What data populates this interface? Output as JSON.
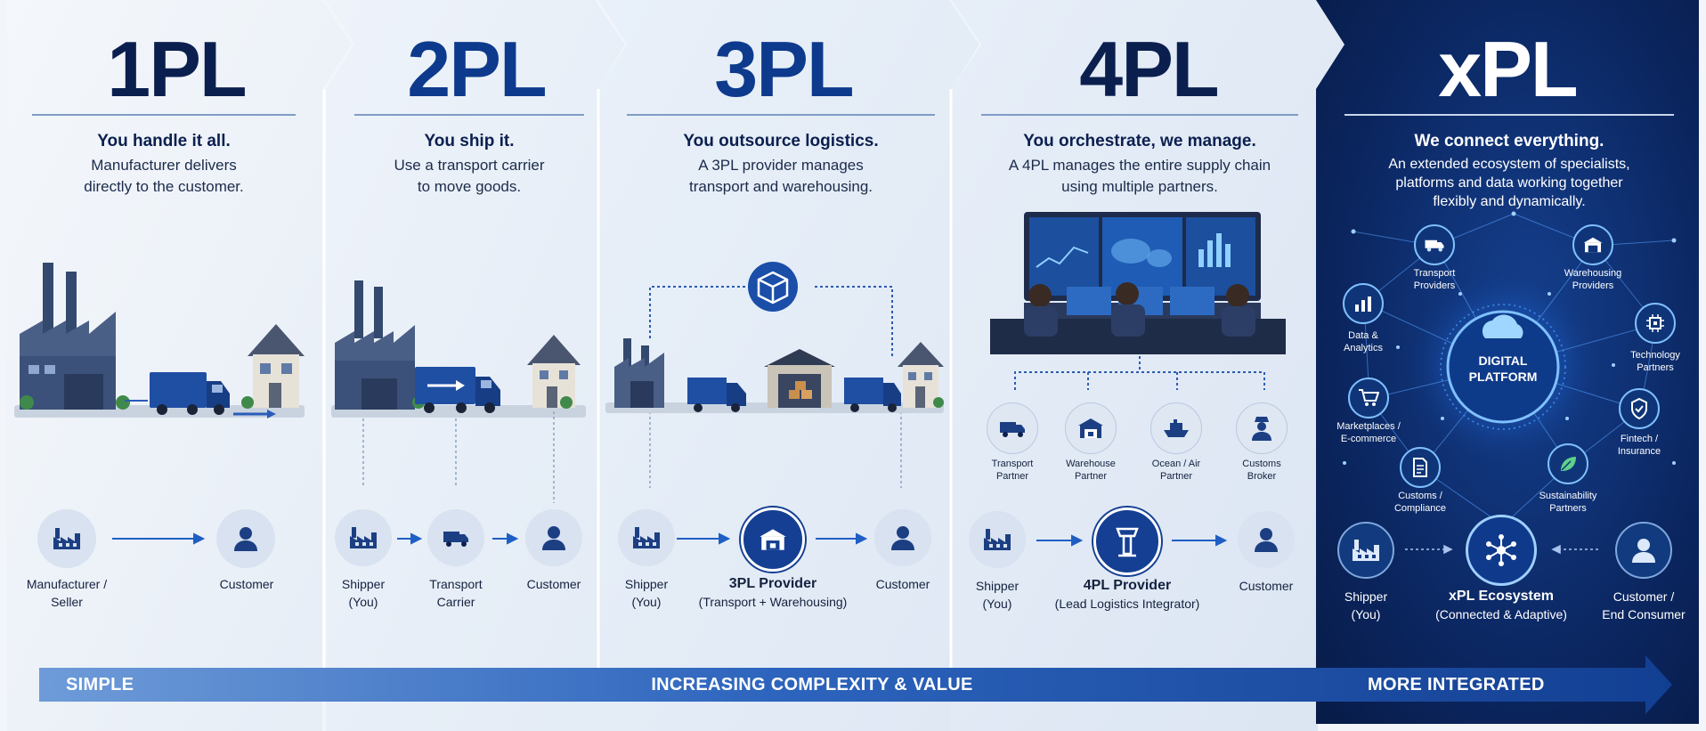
{
  "panels": [
    {
      "title": "1PL",
      "headline": "You handle it all.",
      "desc": [
        "Manufacturer delivers",
        "directly to the customer."
      ],
      "nodes": [
        {
          "label": [
            "Manufacturer /",
            "Seller"
          ],
          "icon": "factory-icon"
        },
        {
          "label": [
            "Customer"
          ],
          "icon": "person-icon"
        }
      ]
    },
    {
      "title": "2PL",
      "headline": "You ship it.",
      "desc": [
        "Use a transport carrier",
        "to move goods."
      ],
      "nodes": [
        {
          "label": [
            "Shipper",
            "(You)"
          ],
          "icon": "factory-icon"
        },
        {
          "label": [
            "Transport",
            "Carrier"
          ],
          "icon": "truck-icon"
        },
        {
          "label": [
            "Customer"
          ],
          "icon": "person-icon"
        }
      ]
    },
    {
      "title": "3PL",
      "headline": "You outsource logistics.",
      "desc": [
        "A 3PL provider manages",
        "transport and warehousing."
      ],
      "nodes": [
        {
          "label": [
            "Shipper",
            "(You)"
          ],
          "icon": "factory-icon"
        },
        {
          "label": [
            "3PL Provider",
            "(Transport + Warehousing)"
          ],
          "icon": "warehouse-icon"
        },
        {
          "label": [
            "Customer"
          ],
          "icon": "person-icon"
        }
      ]
    },
    {
      "title": "4PL",
      "headline": "You orchestrate, we manage.",
      "desc": [
        "A 4PL manages the entire supply chain",
        "using multiple partners."
      ],
      "partners": [
        {
          "label": [
            "Transport",
            "Partner"
          ],
          "icon": "truck-icon"
        },
        {
          "label": [
            "Warehouse",
            "Partner"
          ],
          "icon": "warehouse-icon"
        },
        {
          "label": [
            "Ocean / Air",
            "Partner"
          ],
          "icon": "ship-icon"
        },
        {
          "label": [
            "Customs",
            "Broker"
          ],
          "icon": "officer-icon"
        }
      ],
      "nodes": [
        {
          "label": [
            "Shipper",
            "(You)"
          ],
          "icon": "factory-icon"
        },
        {
          "label": [
            "4PL Provider",
            "(Lead Logistics Integrator)"
          ],
          "icon": "control-tower-icon"
        },
        {
          "label": [
            "Customer"
          ],
          "icon": "person-icon"
        }
      ]
    },
    {
      "title": "xPL",
      "headline": "We connect everything.",
      "desc": [
        "An extended ecosystem of specialists,",
        "platforms and data working together",
        "flexibly and dynamically."
      ],
      "hub": [
        "DIGITAL",
        "PLATFORM"
      ],
      "ecosystem": [
        {
          "label": [
            "Transport",
            "Providers"
          ],
          "icon": "truck-icon"
        },
        {
          "label": [
            "Warehousing",
            "Providers"
          ],
          "icon": "warehouse-icon"
        },
        {
          "label": [
            "Data &",
            "Analytics"
          ],
          "icon": "chart-icon"
        },
        {
          "label": [
            "Technology",
            "Partners"
          ],
          "icon": "chip-icon"
        },
        {
          "label": [
            "Marketplaces /",
            "E-commerce"
          ],
          "icon": "cart-icon"
        },
        {
          "label": [
            "Fintech /",
            "Insurance"
          ],
          "icon": "shield-icon"
        },
        {
          "label": [
            "Customs /",
            "Compliance"
          ],
          "icon": "document-icon"
        },
        {
          "label": [
            "Sustainability",
            "Partners"
          ],
          "icon": "leaf-icon"
        }
      ],
      "nodes": [
        {
          "label": [
            "Shipper",
            "(You)"
          ],
          "icon": "factory-icon"
        },
        {
          "label": [
            "xPL Ecosystem",
            "(Connected & Adaptive)"
          ],
          "icon": "network-icon"
        },
        {
          "label": [
            "Customer /",
            "End Consumer"
          ],
          "icon": "person-icon"
        }
      ]
    }
  ],
  "bottom_arrow": {
    "left": "SIMPLE",
    "center": "INCREASING COMPLEXITY & VALUE",
    "right": "MORE INTEGRATED"
  },
  "colors": {
    "navy": "#0b1f4f",
    "blue": "#0d3a8c",
    "accent": "#1f5fc4",
    "dark_panel": "#0a2150"
  }
}
